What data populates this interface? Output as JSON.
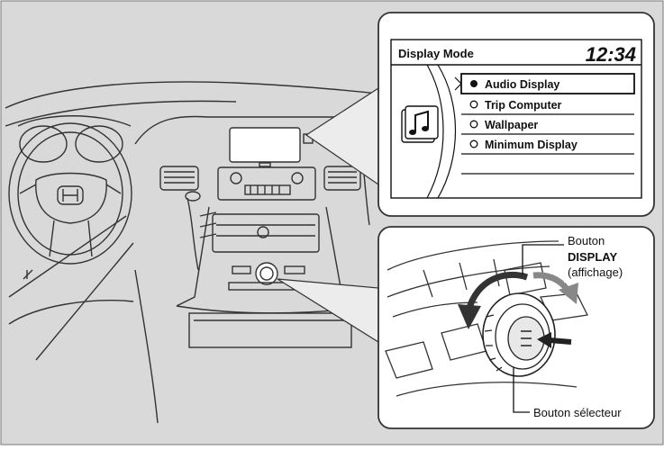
{
  "screen": {
    "title": "Display Mode",
    "clock": "12:34",
    "menu_items": [
      {
        "label": "Audio Display",
        "selected": true
      },
      {
        "label": "Trip Computer",
        "selected": false
      },
      {
        "label": "Wallpaper",
        "selected": false
      },
      {
        "label": "Minimum Display",
        "selected": false
      }
    ],
    "icon": "music-note-icon"
  },
  "callouts": {
    "display_button": {
      "line1": "Bouton",
      "line2": "DISPLAY",
      "line3": "(affichage)"
    },
    "selector_knob": {
      "label": "Bouton sélecteur"
    }
  },
  "colors": {
    "background": "#d9d9d9",
    "panel_bg": "#ffffff",
    "line": "#222222"
  }
}
